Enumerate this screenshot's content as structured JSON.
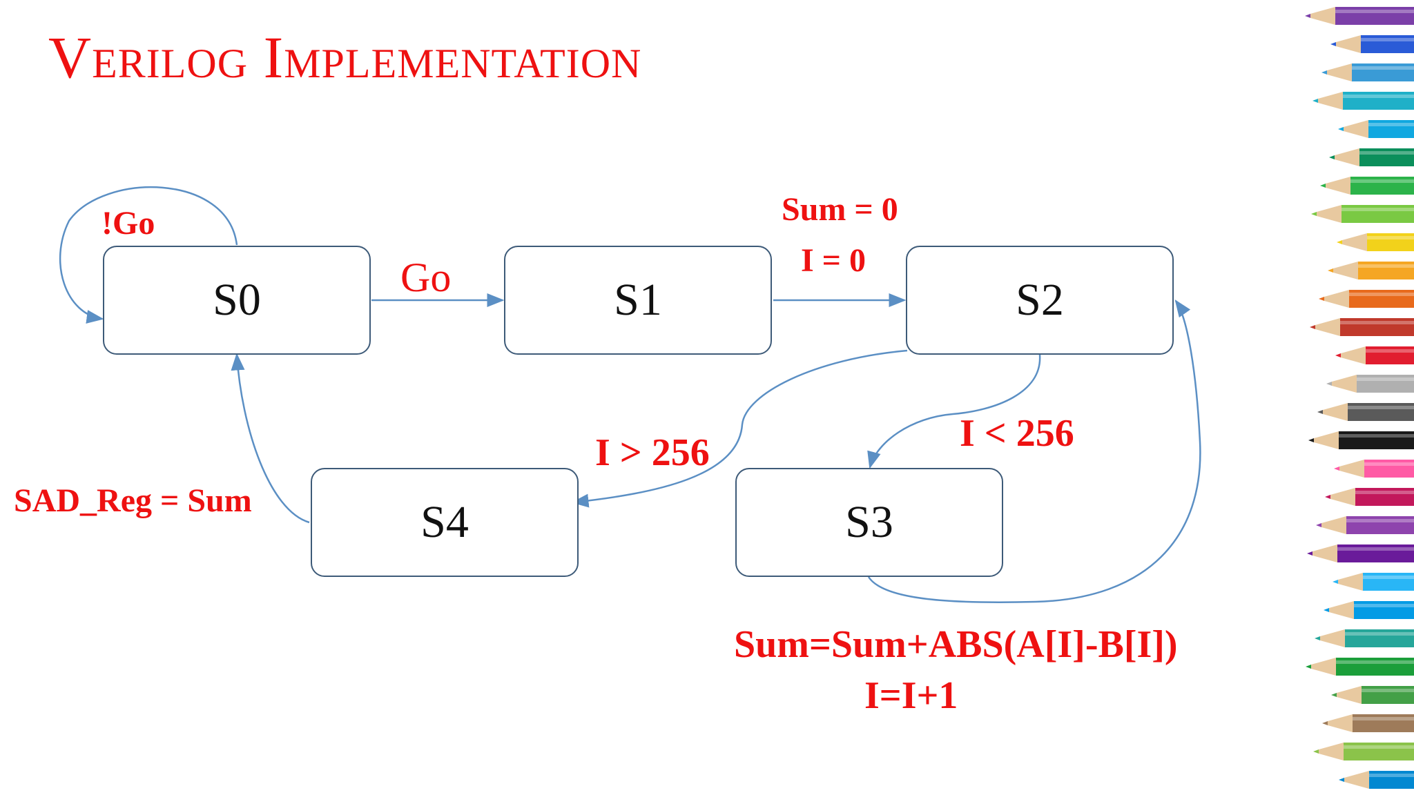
{
  "slide": {
    "title": "Verilog Implementation"
  },
  "states": [
    {
      "id": "S0",
      "label": "S0"
    },
    {
      "id": "S1",
      "label": "S1"
    },
    {
      "id": "S2",
      "label": "S2"
    },
    {
      "id": "S3",
      "label": "S3"
    },
    {
      "id": "S4",
      "label": "S4"
    }
  ],
  "transitions": [
    {
      "from": "S0",
      "to": "S0",
      "label": "!Go"
    },
    {
      "from": "S0",
      "to": "S1",
      "label": "Go"
    },
    {
      "from": "S1",
      "to": "S2",
      "label_lines": [
        "Sum = 0",
        "I = 0"
      ]
    },
    {
      "from": "S2",
      "to": "S3",
      "label": "I < 256"
    },
    {
      "from": "S2",
      "to": "S4",
      "label": "I > 256"
    },
    {
      "from": "S3",
      "to": "S2",
      "label_lines": [
        "Sum=Sum+ABS(A[I]-B[I])",
        "I=I+1"
      ]
    },
    {
      "from": "S4",
      "to": "S0",
      "label": "SAD_Reg = Sum"
    }
  ],
  "colors": {
    "title": "#ee1111",
    "labels": "#ee1111",
    "edges": "#5b8fc4",
    "state_border": "#3d5a78"
  },
  "decoration": "colored-pencils-border"
}
